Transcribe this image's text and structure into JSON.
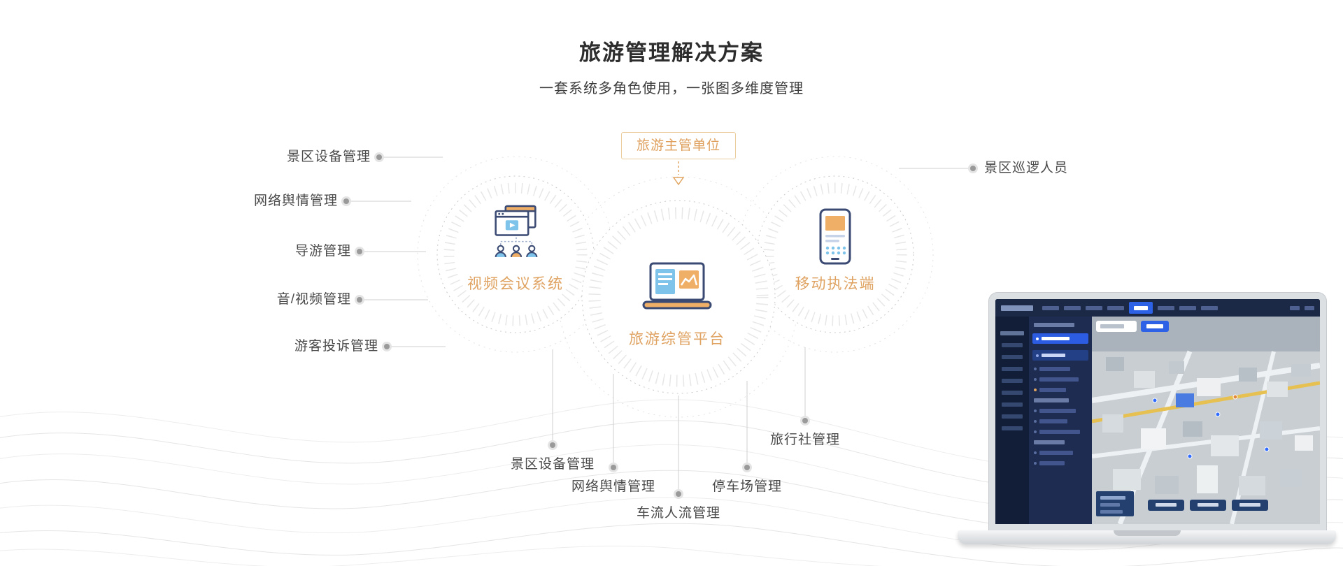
{
  "page": {
    "title": "旅游管理解决方案",
    "subtitle": "一套系统多角色使用，一张图多维度管理"
  },
  "diagram": {
    "authority_box": "旅游主管单位",
    "nodes": {
      "video": "视频会议系统",
      "platform": "旅游综管平台",
      "mobile": "移动执法端"
    },
    "left_labels": [
      "景区设备管理",
      "网络舆情管理",
      "导游管理",
      "音/视频管理",
      "游客投诉管理"
    ],
    "right_labels": [
      "景区巡逻人员"
    ],
    "bottom_labels": [
      "景区设备管理",
      "网络舆情管理",
      "车流人流管理",
      "停车场管理",
      "旅行社管理"
    ]
  },
  "colors": {
    "accent_orange": "#DFA261",
    "box_border": "#ECCD9F",
    "icon_navy": "#3A4A73",
    "icon_blue": "#7EC3EA",
    "icon_orange": "#EFAF67",
    "connector_gray": "#CFCFCF",
    "dot_gray": "#9A9A9A",
    "laptop_active_blue": "#2E62E6",
    "map_road_yellow": "#E6C050"
  }
}
